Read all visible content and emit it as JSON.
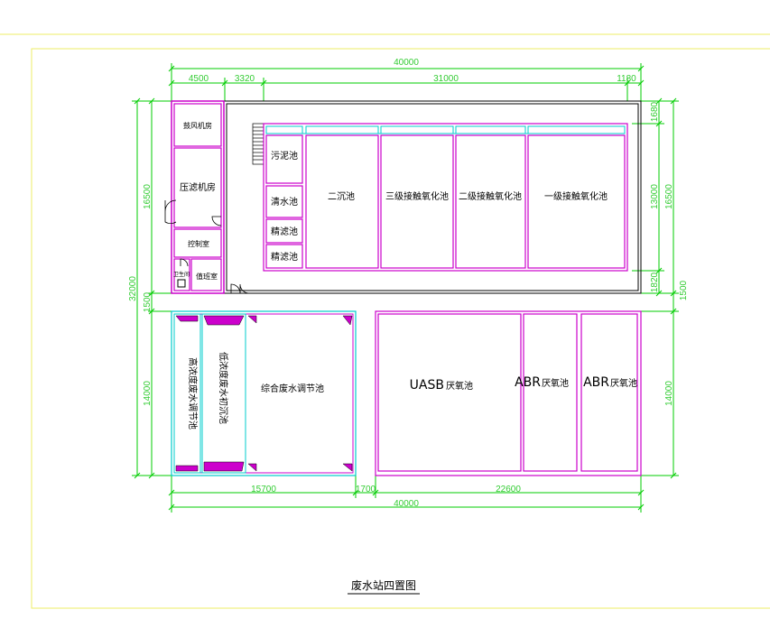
{
  "title": "废水站四置图",
  "colors": {
    "frame": "#eeee66",
    "dimension": "#00cc00",
    "magenta": "#cc00cc",
    "cyan": "#00cccc",
    "wall": "#000000"
  },
  "dimensions": {
    "top_total": "40000",
    "top_seg_1": "4500",
    "top_seg_2": "3320",
    "top_seg_3": "31000",
    "top_seg_4": "1180",
    "left_upper": "16500",
    "left_total": "32000",
    "left_gap": "1500",
    "left_lower": "14000",
    "right_top": "1680",
    "right_inner": "13000",
    "right_outer": "16500",
    "right_bottom": "1820",
    "right_gap": "1500",
    "right_lower": "14000",
    "bottom_seg_1": "15700",
    "bottom_seg_2": "1700",
    "bottom_seg_3": "22600",
    "bottom_total": "40000"
  },
  "rooms": {
    "blower_room": "鼓风机房",
    "press_filter_room": "压滤机房",
    "control_room": "控制室",
    "toilet": "卫生间",
    "duty_room": "值班室",
    "sludge_tank": "污泥池",
    "clear_water_tank": "清水池",
    "fine_filter_tank_1": "精滤池",
    "fine_filter_tank_2": "精滤池",
    "secondary_settling": "二沉池",
    "contact_oxidation_3": "三级接触氧化池",
    "contact_oxidation_2": "二级接触氧化池",
    "contact_oxidation_1": "一级接触氧化池",
    "high_conc_regulating": "高浓度废水调节池",
    "low_conc_settling": "低浓度废水初沉池",
    "combined_regulating": "综合废水调节池",
    "uasb_main": "UASB",
    "uasb_sub": "厌氧池",
    "abr1_main": "ABR",
    "abr1_sub": "厌氧池",
    "abr2_main": "ABR",
    "abr2_sub": "厌氧池"
  }
}
